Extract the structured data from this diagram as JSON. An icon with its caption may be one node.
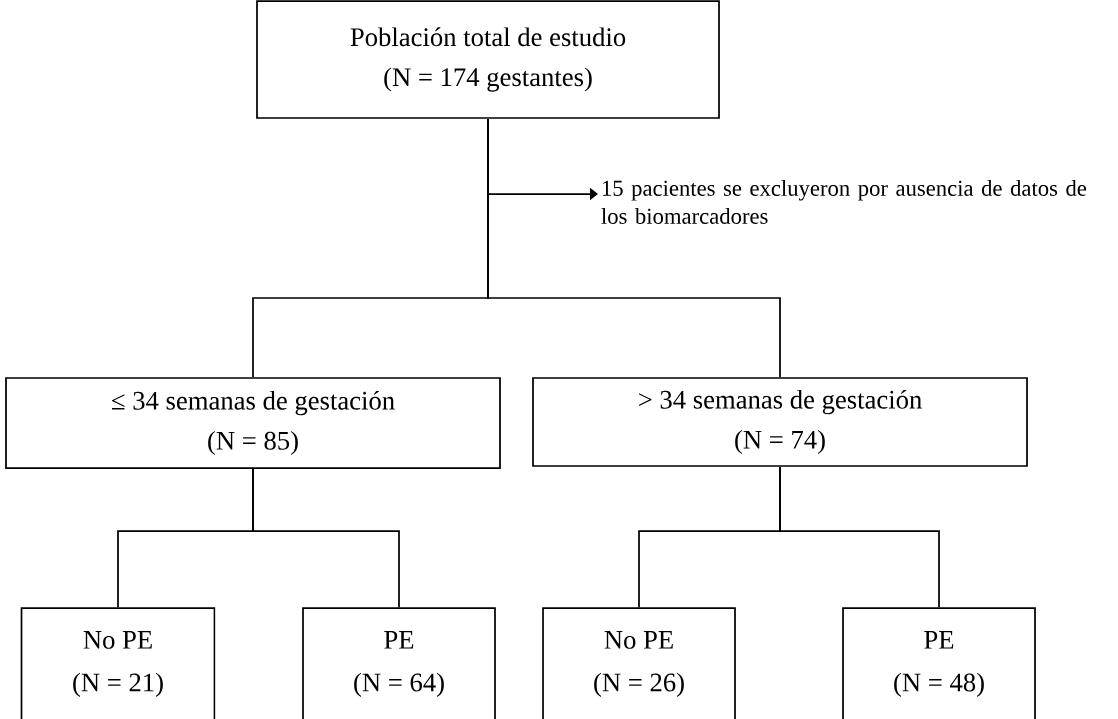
{
  "diagram": {
    "nodes": [
      {
        "text": [
          "Población total de estudio",
          "(N = 174 gestantes)"
        ]
      },
      {
        "text": [
          "15 pacientes se excluyeron por ausencia de datos de los biomarcadores"
        ]
      },
      {
        "text": [
          "≤ 34 semanas de gestación",
          "(N = 85)"
        ]
      },
      {
        "text": [
          "> 34 semanas de gestación",
          "(N = 74)"
        ]
      },
      {
        "text": [
          "No PE",
          "(N = 21)"
        ]
      },
      {
        "text": [
          "PE",
          "(N = 64)"
        ]
      },
      {
        "text": [
          "No PE",
          "(N = 26)"
        ]
      },
      {
        "text": [
          "PE",
          "(N = 48)"
        ]
      }
    ],
    "edges": [
      {
        "from": 0,
        "to": 1,
        "arrow": "to"
      },
      {
        "from": 0,
        "to": 2,
        "arrow": "none"
      },
      {
        "from": 0,
        "to": 3,
        "arrow": "none"
      },
      {
        "from": 2,
        "to": 4,
        "arrow": "none"
      },
      {
        "from": 2,
        "to": 5,
        "arrow": "none"
      },
      {
        "from": 3,
        "to": 6,
        "arrow": "none"
      },
      {
        "from": 3,
        "to": 7,
        "arrow": "none"
      }
    ]
  }
}
